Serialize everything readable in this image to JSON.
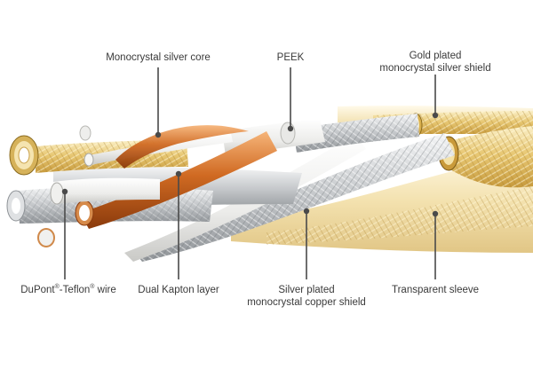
{
  "diagram": {
    "labels": {
      "core": "Monocrystal silver core",
      "peek": "PEEK",
      "gold_shield_line1": "Gold plated",
      "gold_shield_line2": "monocrystal silver shield",
      "teflon_a": "DuPont",
      "teflon_b": "-Teflon",
      "teflon_c": " wire",
      "registered": "®",
      "kapton": "Dual Kapton layer",
      "silver_shield_line1": "Silver plated",
      "silver_shield_line2": "monocrystal copper shield",
      "sleeve": "Transparent sleeve"
    },
    "colors": {
      "leader": "#4a4a4a",
      "copper": "#c8621e",
      "gold": "#e2c36a",
      "silver": "#c9cbcd",
      "white_insulation": "#f2f2f0"
    }
  }
}
